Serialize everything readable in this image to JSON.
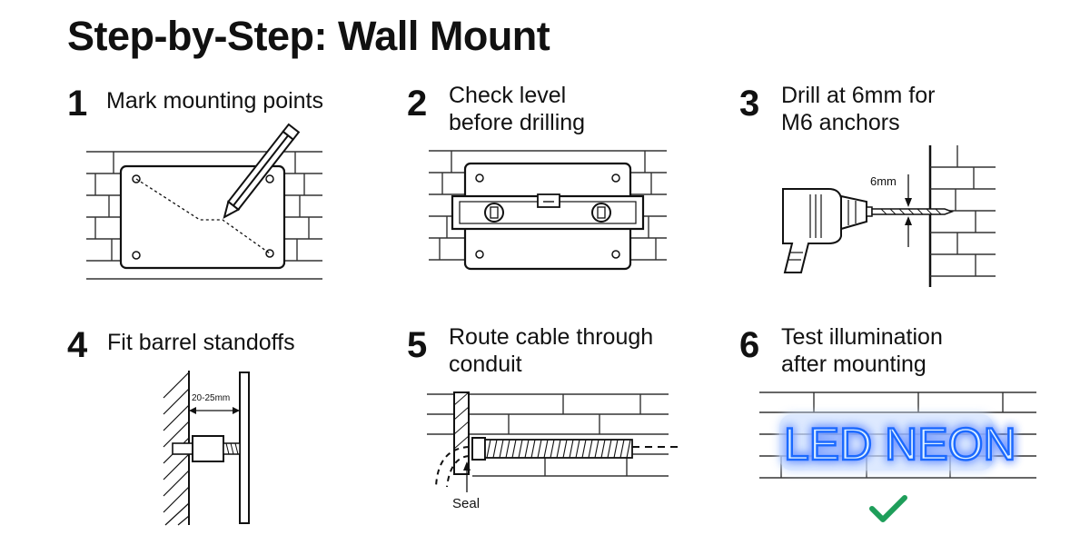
{
  "title": "Step-by-Step: Wall Mount",
  "steps": [
    {
      "number": "1",
      "label": "Mark mounting points"
    },
    {
      "number": "2",
      "label": "Check level\nbefore drilling"
    },
    {
      "number": "3",
      "label": "Drill at 6mm for\nM6 anchors"
    },
    {
      "number": "4",
      "label": "Fit barrel standoffs"
    },
    {
      "number": "5",
      "label": "Route cable through\nconduit"
    },
    {
      "number": "6",
      "label": "Test illumination\nafter mounting"
    }
  ],
  "annotations": {
    "drill_size": "6mm",
    "standoff_gap": "20-25mm",
    "seal": "Seal",
    "neon_text": "LED NEON"
  },
  "icons": {
    "check": "check-icon"
  },
  "colors": {
    "neon_blue": "#1f6bff",
    "check_green": "#1e9e5a"
  }
}
